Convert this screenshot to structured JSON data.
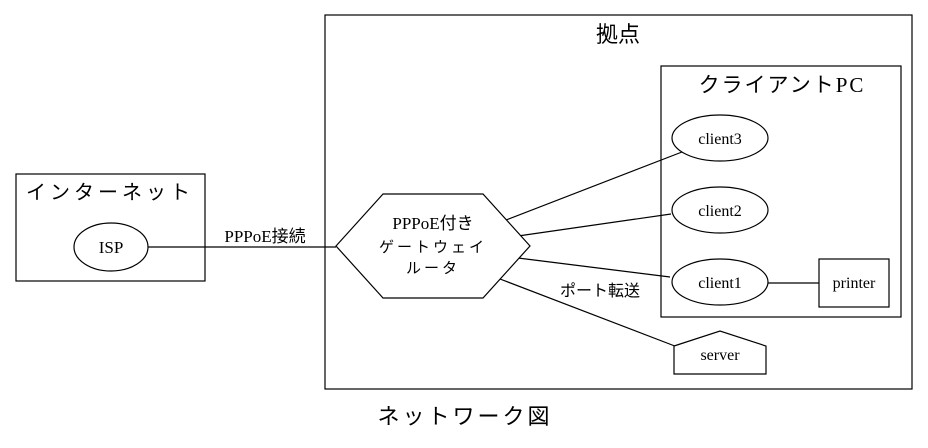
{
  "diagram": {
    "caption": "ネットワーク図",
    "clusters": {
      "internet": {
        "label": "インターネット"
      },
      "site": {
        "label": "拠点"
      },
      "client_pc": {
        "label": "クライアントPC"
      }
    },
    "nodes": {
      "isp": "ISP",
      "gateway_line1": "PPPoE付き",
      "gateway_line2": "ゲートウェイ",
      "gateway_line3": "ルータ",
      "client3": "client3",
      "client2": "client2",
      "client1": "client1",
      "printer": "printer",
      "server": "server"
    },
    "edges": {
      "isp_gateway": "PPPoE接続",
      "gateway_server": "ポート転送"
    }
  }
}
